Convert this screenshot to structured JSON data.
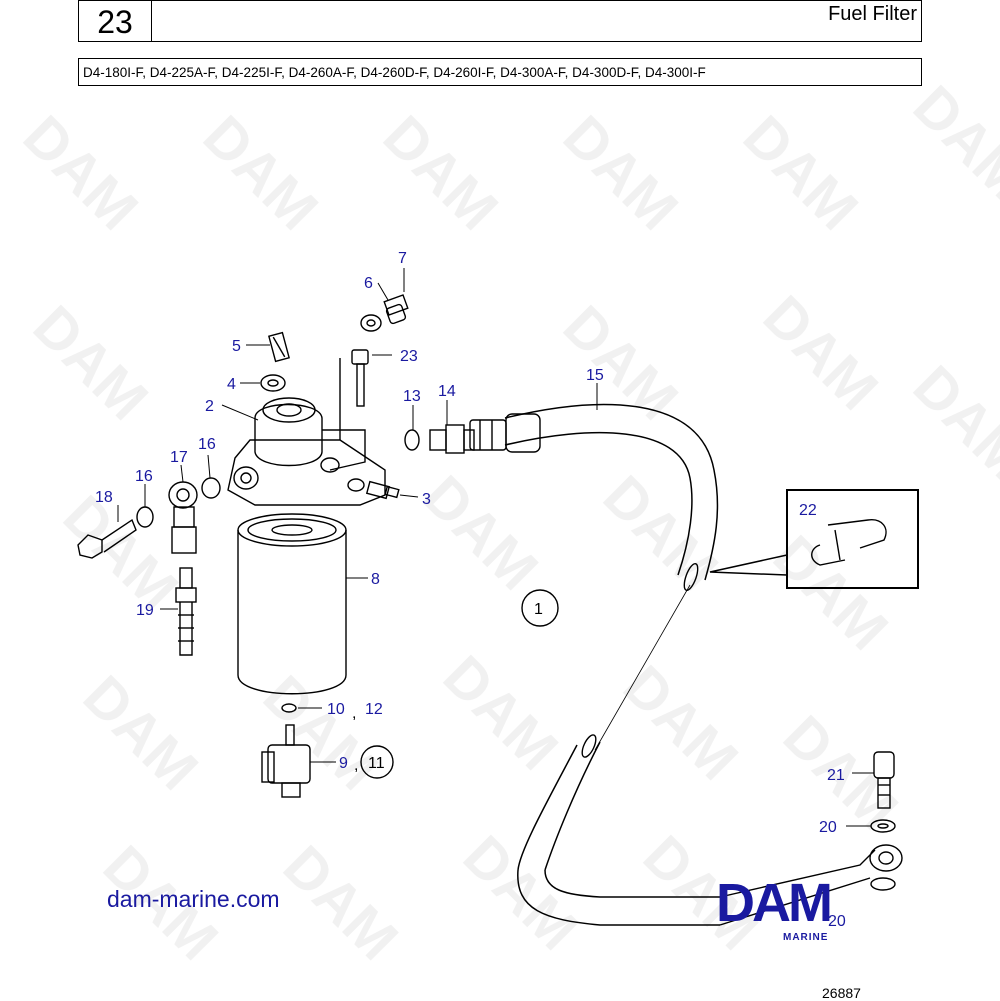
{
  "header": {
    "section_number": "23",
    "title": "Fuel Filter"
  },
  "models": "D4-180I-F, D4-225A-F, D4-225I-F, D4-260A-F, D4-260D-F, D4-260I-F, D4-300A-F, D4-300D-F, D4-300I-F",
  "callouts": {
    "c1": "1",
    "c2": "2",
    "c3": "3",
    "c4": "4",
    "c5": "5",
    "c6": "6",
    "c7": "7",
    "c8": "8",
    "c9": "9",
    "c10": "10",
    "c11": "11",
    "c12": "12",
    "c13": "13",
    "c14": "14",
    "c15": "15",
    "c16a": "16",
    "c16b": "16",
    "c17": "17",
    "c18": "18",
    "c19": "19",
    "c20": "20",
    "c20b": "20",
    "c21": "21",
    "c22": "22",
    "c23": "23",
    "comma1": ",",
    "comma2": ","
  },
  "watermark": "DAM",
  "footer": {
    "website": "dam-marine.com",
    "logo": "DAM",
    "logo_sub": "MARINE",
    "drawing_number": "26887"
  },
  "colors": {
    "label": "#1a1aa0",
    "line": "#000000"
  }
}
